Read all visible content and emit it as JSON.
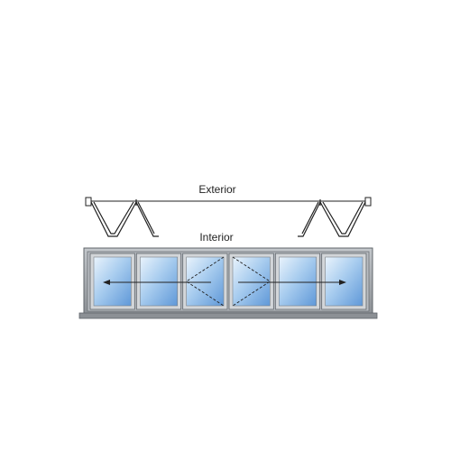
{
  "labels": {
    "exterior": "Exterior",
    "interior": "Interior"
  },
  "colors": {
    "frame": "#9aa0a6",
    "frame_dark": "#5f646a",
    "sill": "#8c9095",
    "glass_light": "#e9f3fc",
    "glass_mid": "#a9cdef",
    "glass_dark": "#5f98d8",
    "line": "#222222"
  },
  "panel_count": 6,
  "hinged_panels": [
    2,
    3
  ],
  "arrow_directions": [
    "left",
    "right"
  ]
}
